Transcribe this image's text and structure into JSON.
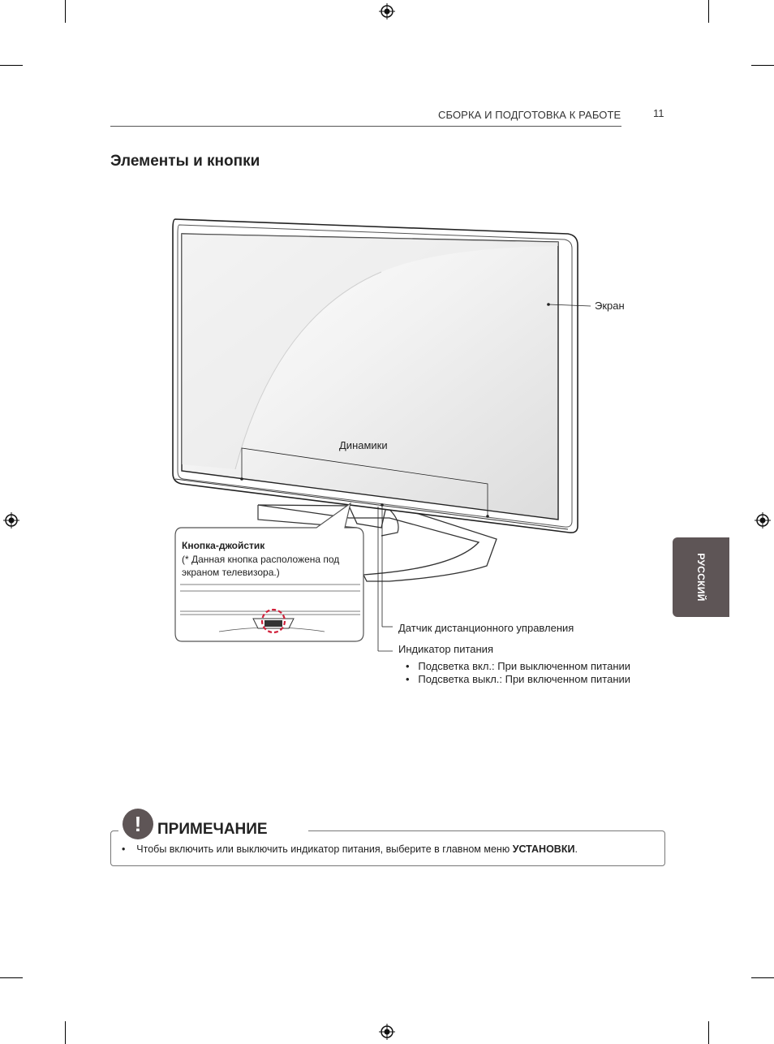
{
  "header": {
    "section_title": "СБОРКА И ПОДГОТОВКА К РАБОТЕ",
    "page_number": "11"
  },
  "page_title": "Элементы и кнопки",
  "language_tab": "РУССКИЙ",
  "labels": {
    "screen": "Экран",
    "speakers": "Динамики",
    "remote_sensor": "Датчик дистанционного управления",
    "power_indicator": "Индикатор питания"
  },
  "power_indicator_bullets": [
    "Подсветка вкл.: При выключенном питании",
    "Подсветка выкл.: При включенном питании"
  ],
  "callout": {
    "title": "Кнопка-джойстик",
    "text_line1": "(* Данная кнопка расположена под",
    "text_line2": "экраном телевизора.)"
  },
  "note": {
    "heading": "ПРИМЕЧАНИЕ",
    "icon": "exclamation-icon",
    "text_prefix": "Чтобы включить или выключить индикатор питания, выберите в главном меню",
    "text_bold": "УСТАНОВКИ",
    "text_suffix": "."
  },
  "colors": {
    "tab_background": "#5e5556",
    "joystick_highlight": "#d0203a"
  }
}
